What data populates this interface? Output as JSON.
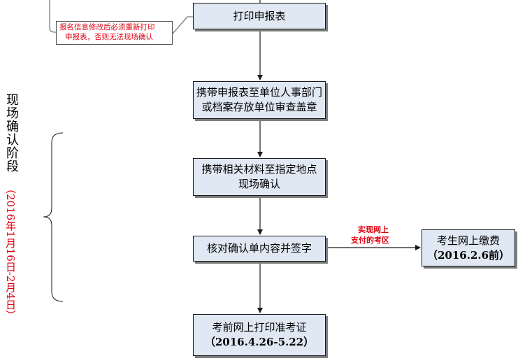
{
  "nodes": {
    "print_form": "打印申报表",
    "take_form_line1": "携带申报表至单位人事部门",
    "take_form_line2": "或档案存放单位审查盖章",
    "bring_materials_line1": "携带相关材料至指定地点",
    "bring_materials_line2": "现场确认",
    "verify_sign": "核对确认单内容并签字",
    "online_payment_line1": "考生网上缴费",
    "online_payment_line2": "（2016.2.6前）",
    "print_admission_line1": "考前网上打印准考证",
    "print_admission_line2": "（2016.4.26-5.22）"
  },
  "notes": {
    "reprint_line1": "报名信息修改后必须重新打印",
    "reprint_line2": "申报表，否则无法现场确认",
    "payment_line1": "实现网上",
    "payment_line2": "支付的考区"
  },
  "stage": {
    "title": "现场确认阶段",
    "dates": "（2016年1月16日-2月4日）"
  },
  "colors": {
    "box_fill": "#dfe8f3",
    "box_shadow": "#7d7d7d",
    "note_red": "#e0000f",
    "line": "#1a1a1a"
  }
}
